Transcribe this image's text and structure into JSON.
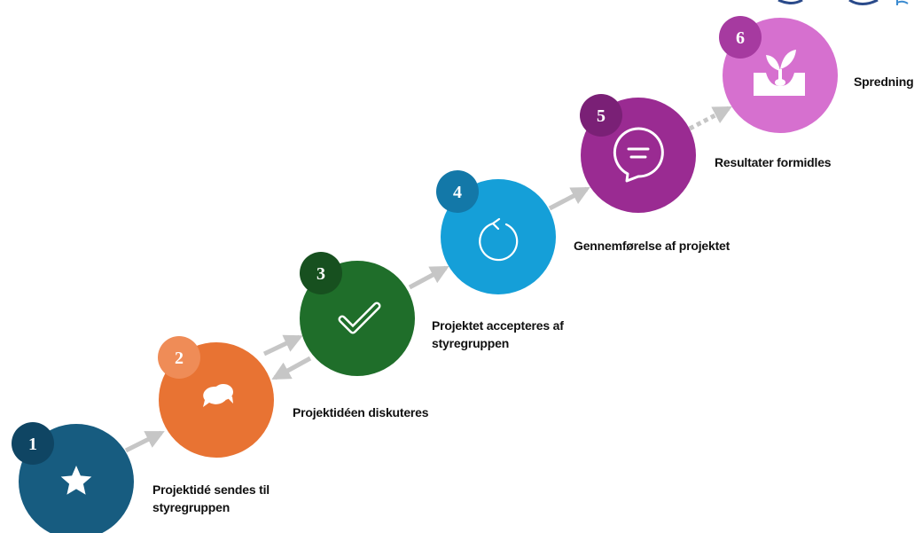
{
  "steps": [
    {
      "number": "1",
      "label": "Projektidé sendes til styregruppen",
      "icon": "star-icon",
      "color": "#175c80",
      "badge_color": "#0f4563"
    },
    {
      "number": "2",
      "label": "Projektidéen diskuteres",
      "icon": "chat-bubbles-icon",
      "color": "#e87333",
      "badge_color": "#ef8c57"
    },
    {
      "number": "3",
      "label": "Projektet accepteres af styregruppen",
      "icon": "checkmark-icon",
      "color": "#1f6e2a",
      "badge_color": "#17501f"
    },
    {
      "number": "4",
      "label": "Gennemførelse af projektet",
      "icon": "refresh-icon",
      "color": "#159fd8",
      "badge_color": "#1378a8"
    },
    {
      "number": "5",
      "label": "Resultater formidles",
      "icon": "message-bubble-icon",
      "color": "#9a2b92",
      "badge_color": "#7a2076"
    },
    {
      "number": "6",
      "label": "Spredning",
      "icon": "sprout-icon",
      "color": "#d670cf",
      "badge_color": "#a63aa0"
    }
  ],
  "colors": {
    "arrow": "#c6c6c6"
  }
}
